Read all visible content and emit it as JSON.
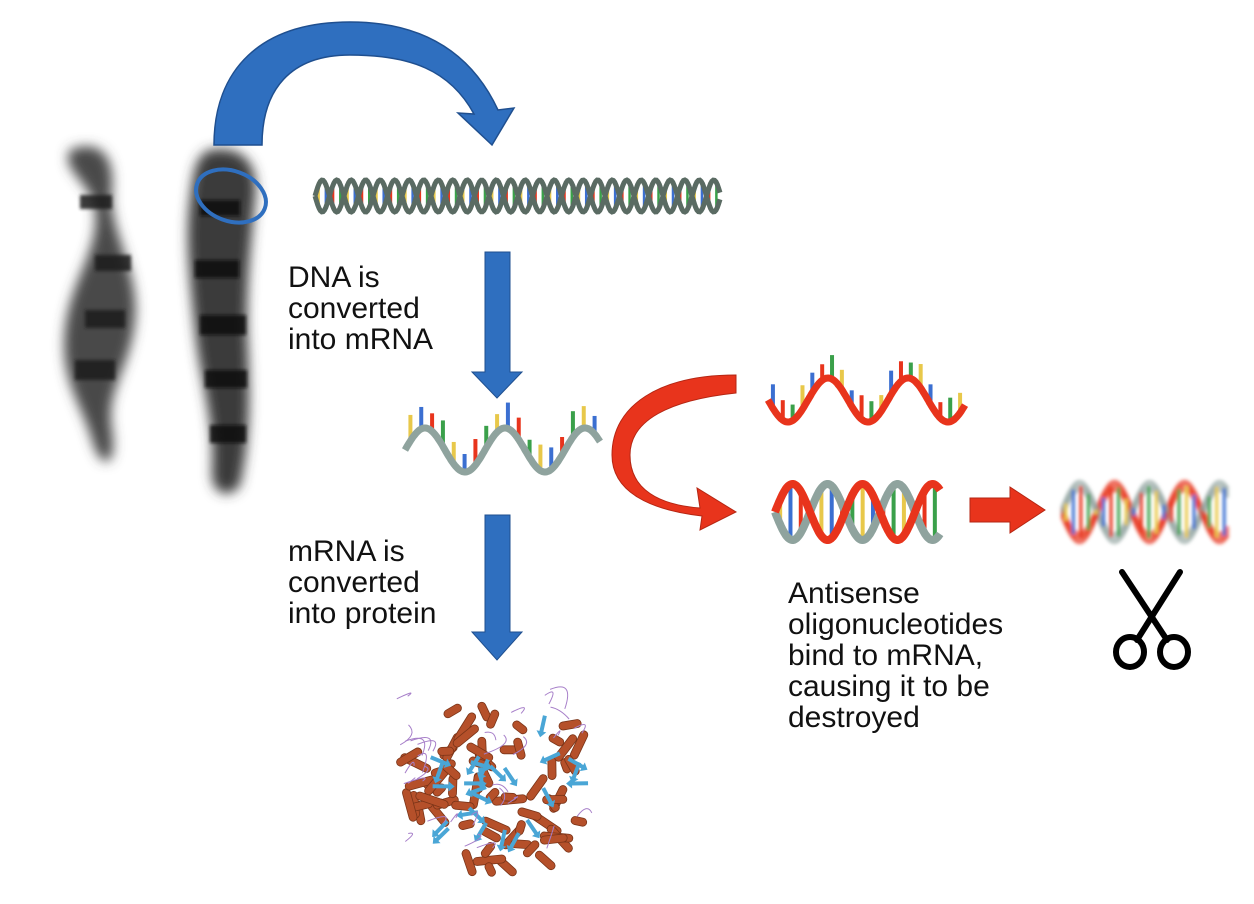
{
  "captions": {
    "dna_to_mrna": [
      "DNA is",
      "converted",
      "into mRNA"
    ],
    "mrna_to_protein": [
      "mRNA is",
      "converted",
      "into protein"
    ],
    "antisense": [
      "Antisense",
      "oligonucleotides",
      "bind to mRNA,",
      "causing it to be",
      "destroyed"
    ]
  },
  "colors": {
    "blue_arrow": "#2f6fbf",
    "blue_arrow_edge": "#1f4f8f",
    "red_arrow": "#e8341c",
    "dna_backbone": "#5a6b63",
    "mrna_backbone": "#8fa39e",
    "antisense_strand": "#e8341c",
    "chromosome": "#3a3a3a",
    "highlight_ring": "#2f6fbf",
    "protein_helix": "#b5502a",
    "protein_sheet": "#4aa6d6",
    "base_colors": [
      "#e8c84a",
      "#3b6fd1",
      "#e8341c",
      "#3aa04a"
    ]
  },
  "icons": {
    "scissors": "scissors-icon",
    "chromosome": "chromosome-icon",
    "protein": "protein-structure-icon"
  }
}
